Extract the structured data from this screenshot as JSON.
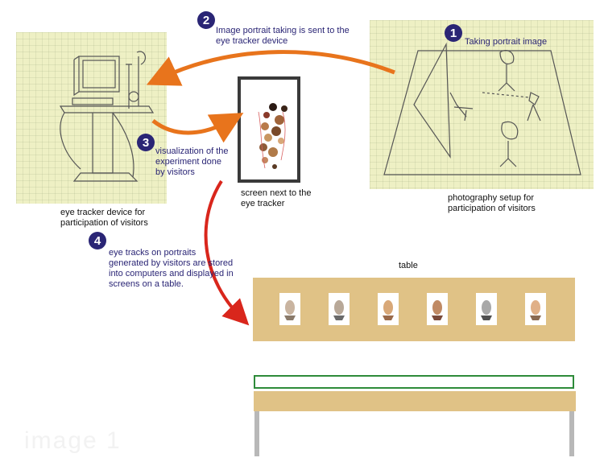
{
  "steps": [
    {
      "number": "1",
      "text": "Taking portrait image"
    },
    {
      "number": "2",
      "text": "Image portrait taking is sent to the eye tracker device"
    },
    {
      "number": "3",
      "text": "visualization of the experiment done by visitors"
    },
    {
      "number": "4",
      "text": "eye tracks on portraits generated by visitors are stored into computers and displayed in screens on a table."
    }
  ],
  "captions": {
    "eye_tracker": "eye tracker device for participation of visitors",
    "photography": "photography setup for participation of visitors",
    "screen": "screen next to the eye tracker",
    "table": "table"
  },
  "watermark": "image 1",
  "colors": {
    "badge": "#2a2575",
    "note_text": "#2a2575",
    "orange_arrow": "#e8741c",
    "red_arrow": "#d9261c",
    "panel": "#eef0c4",
    "table_top": "#e0c286",
    "table_outline": "#2e8b3a",
    "legs": "#b8b8b8"
  },
  "icons": [
    "eye-tracker-sketch",
    "photography-setup-sketch",
    "screen-portrait",
    "portrait-thumbnail"
  ]
}
